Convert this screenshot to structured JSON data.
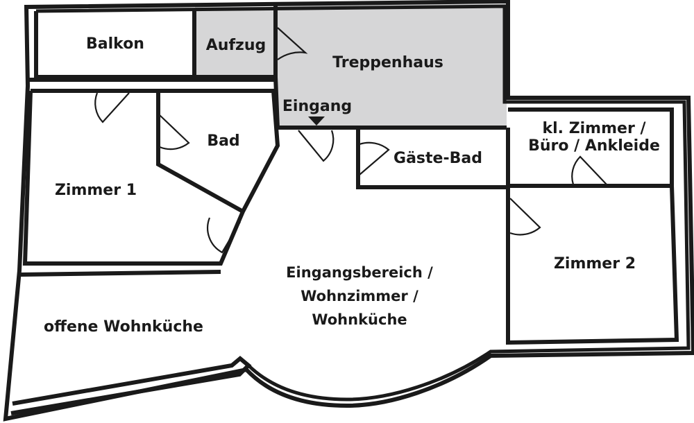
{
  "rooms": {
    "balkon": "Balkon",
    "aufzug": "Aufzug",
    "treppenhaus": "Treppenhaus",
    "eingang": "Eingang",
    "bad": "Bad",
    "gaeste_bad": "Gäste-Bad",
    "kl_zimmer_line1": "kl. Zimmer /",
    "kl_zimmer_line2": "Büro / Ankleide",
    "zimmer1": "Zimmer 1",
    "zimmer2": "Zimmer 2",
    "wohn_line1": "Eingangsbereich /",
    "wohn_line2": "Wohnzimmer /",
    "wohn_line3": "Wohnküche",
    "offene_wohnkueche": "offene Wohnküche"
  },
  "colors": {
    "wall": "#1a1a1a",
    "shaded_area": "#d6d6d7",
    "background": "#ffffff"
  }
}
